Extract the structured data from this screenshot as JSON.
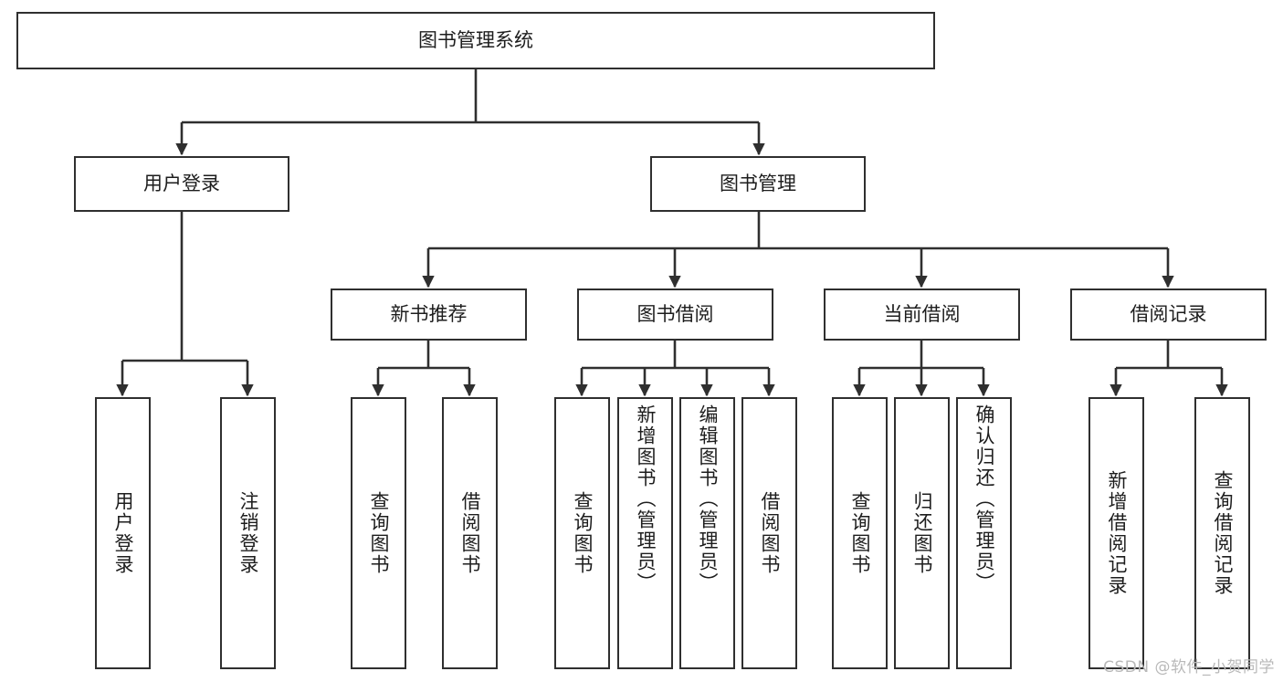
{
  "diagram": {
    "title": "图书管理系统",
    "type": "tree-hierarchy-chart",
    "watermark": "CSDN @软件_小贺同学",
    "line_color": "#2f2f2f",
    "box_fill": "#ffffff",
    "text_color": "#1d1d1d"
  },
  "nodes": {
    "root": {
      "label": "图书管理系统"
    },
    "level2": [
      {
        "id": "user-login",
        "label": "用户登录"
      },
      {
        "id": "book-manage",
        "label": "图书管理"
      }
    ],
    "level3": [
      {
        "id": "new-book-recommend",
        "label": "新书推荐"
      },
      {
        "id": "book-borrow",
        "label": "图书借阅"
      },
      {
        "id": "current-borrow",
        "label": "当前借阅"
      },
      {
        "id": "borrow-record",
        "label": "借阅记录"
      }
    ],
    "leaves": {
      "user_login": [
        {
          "id": "leaf-user-login",
          "label": "用户登录"
        },
        {
          "id": "leaf-user-logout",
          "label": "注销登录"
        }
      ],
      "new_book_recommend": [
        {
          "id": "leaf-query-book-1",
          "label": "查询图书"
        },
        {
          "id": "leaf-borrow-book-1",
          "label": "借阅图书"
        }
      ],
      "book_borrow": [
        {
          "id": "leaf-query-book-2",
          "label": "查询图书"
        },
        {
          "id": "leaf-add-book",
          "label": "新增图书（管理员）"
        },
        {
          "id": "leaf-edit-book",
          "label": "编辑图书（管理员）"
        },
        {
          "id": "leaf-borrow-book-2",
          "label": "借阅图书"
        }
      ],
      "current_borrow": [
        {
          "id": "leaf-query-book-3",
          "label": "查询图书"
        },
        {
          "id": "leaf-return-book",
          "label": "归还图书"
        },
        {
          "id": "leaf-confirm-return",
          "label": "确认归还（管理员）"
        }
      ],
      "borrow_record": [
        {
          "id": "leaf-add-record",
          "label": "新增借阅记录"
        },
        {
          "id": "leaf-query-record",
          "label": "查询借阅记录"
        }
      ]
    }
  }
}
